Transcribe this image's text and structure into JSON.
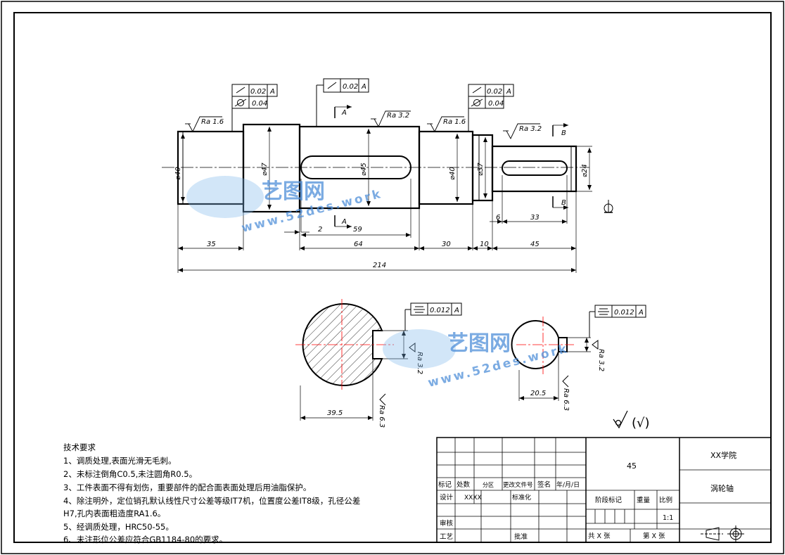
{
  "dimensions": {
    "d1": "35",
    "d2": "64",
    "d3": "30",
    "d4": "10",
    "d5": "45",
    "total": "214",
    "keyway_offset": "2",
    "keyway_len": "59",
    "small_key_offset": "6",
    "small_key_len": "33",
    "dia_left": "⌀40",
    "dia_mid": "⌀47",
    "dia_body": "⌀45",
    "dia_right": "⌀40",
    "dia_step": "⌀37",
    "dia_end": "⌀24",
    "sec1_depth": "39.5",
    "sec2_depth": "20.5"
  },
  "tolerance_frames": {
    "runout": "0.02",
    "cyl": "0.04",
    "datum_a": "A",
    "datum_b": "B",
    "sym": "0.012"
  },
  "roughness": {
    "r16": "Ra 1.6",
    "r32": "Ra 3.2",
    "r63": "Ra 6.3"
  },
  "section_labels": {
    "a": "A",
    "b": "B"
  },
  "surface_note": "(√)",
  "watermark": {
    "brand": "艺图网",
    "url": "www.52des.work"
  },
  "requirements": {
    "title": "技术要求",
    "items": [
      "1、调质处理,表面光滑无毛刺。",
      "2、未标注倒角C0.5,未注圆角R0.5。",
      "3、工件表面不得有划伤，重要部件的配合面表面处理后用油脂保护。",
      "4、除注明外，定位销孔默认线性尺寸公差等级IT7机，位置度公差IT8级，孔径公差",
      "H7,孔内表面粗造度RA1.6。",
      "5、经调质处理，HRC50-55。",
      "6、未注形位公差应符合GB1184-80的要求。"
    ]
  },
  "title_block": {
    "material": "45",
    "school": "XX学院",
    "part_name": "涡轮轴",
    "mark": "标记",
    "count": "处数",
    "zone": "分区",
    "change_doc": "更改文件号",
    "sign": "签名",
    "date": "年/月/日",
    "design": "设计",
    "designer": "XXXX",
    "standard": "标准化",
    "stage_mark": "阶段标记",
    "weight": "重量",
    "scale": "比例",
    "scale_value": "1:1",
    "review": "审核",
    "process": "工艺",
    "approve": "批准",
    "total_sheets": "共 X 张",
    "sheet_no": "第 X 张"
  }
}
